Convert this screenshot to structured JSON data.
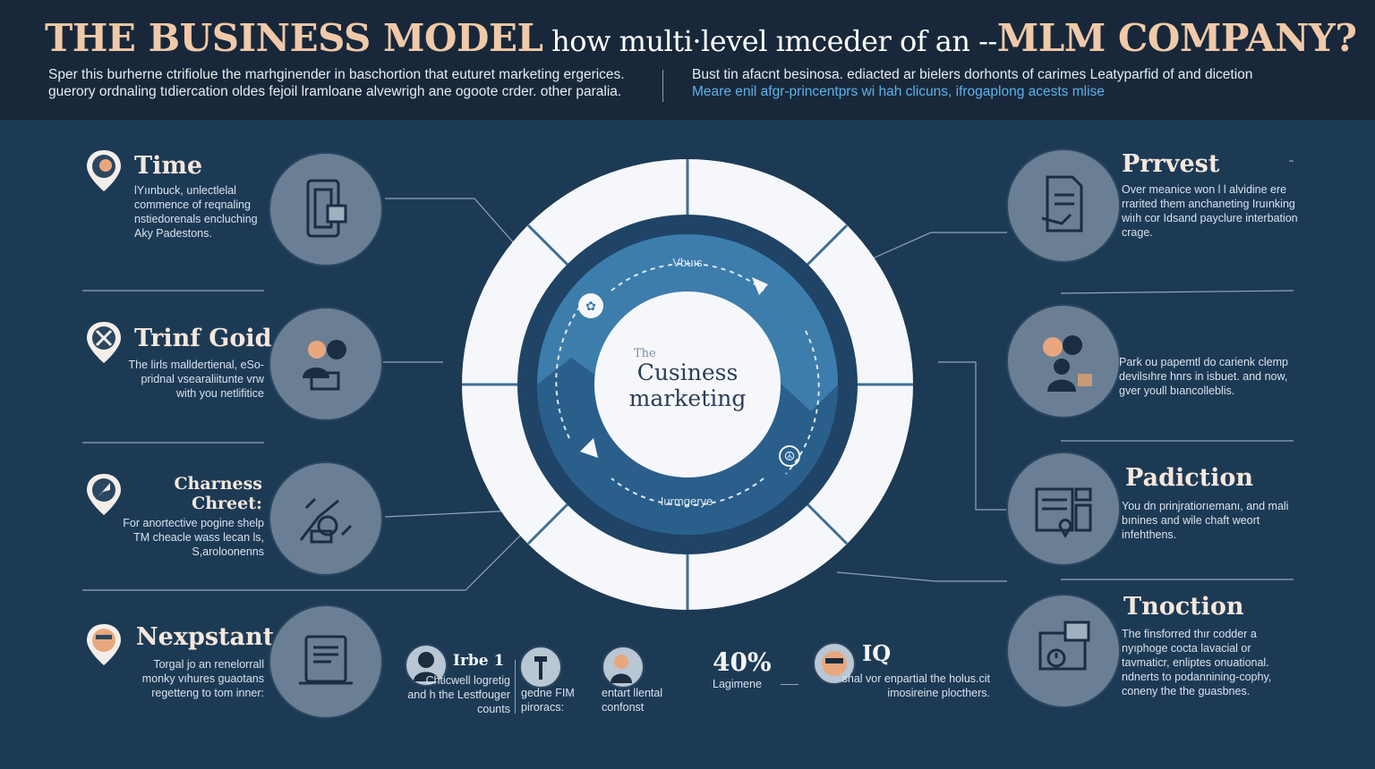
{
  "header": {
    "title_part1": "THE BUSINESS MODEL",
    "title_part2": " how multi·level ımceder of an --",
    "title_part3": "MLM COMPANY?",
    "intro_left": "Sper this burherne ctrifiolue the marhginender in baschortion that euturet marketing ergerices. guerory ordnaling tıdiercation oldes fejoil lramloane alvewrigh ane ogoote crder. other paralia.",
    "intro_right_line1": "Bust tin afacnt besinosa. ediacted ar bielers dorhonts of carimes Leatyparfid of and dicetion",
    "intro_right_line2": "Meare enil afgr-princentprs wi hah clicuns, ifrogaplong acests mlise"
  },
  "center": {
    "ring_label_top": "Vbuıs",
    "ring_label_bottom": "Iurmgerye",
    "core_small": "The",
    "core_line1": "Cusiness",
    "core_line2": "marketing"
  },
  "left_items": [
    {
      "heading": "Time",
      "body": "lYıınbuck, unlectlelal commence of reqnaling nstiedorenals encluching Aky Padestons.",
      "icon": "tablet-document-icon",
      "pin": "hand-pin-icon"
    },
    {
      "heading": "Trinf Goid",
      "body": "The lirls malldertienal, eSo-pridnal vsearaliitunte vrw with you netlifitice",
      "icon": "people-basket-icon",
      "pin": "crossed-tools-pin-icon"
    },
    {
      "heading": "Charness Chreet:",
      "body": "For anortective pogine shelp TM cheacle wass lecan ls, S,aroloonenns",
      "icon": "hand-coin-icon",
      "pin": "flag-pin-icon"
    },
    {
      "heading": "Nexpstant",
      "body": "Torgal jo an renelorrall monky vıhures guaotans regetteng to tom inner:",
      "icon": "laptop-document-icon",
      "pin": "face-pin-icon"
    }
  ],
  "right_items": [
    {
      "heading": "Prrvest",
      "body": "Over meanice won l l alvidine ere rrarited them anchaneting Iruınking wiıh cor Idsand payclure interbation crage.",
      "icon": "document-hand-icon"
    },
    {
      "heading": "",
      "body": "Park ou papemtl do carienk clemp devilsıhre hnrs in isbuet. and now, gver youll bıancolleblis.",
      "icon": "group-people-icon"
    },
    {
      "heading": "Padiction",
      "body": "You dn prinjratiorıemanı, and mali bınines and wile chaft weort infehthens.",
      "icon": "dashboard-map-icon"
    },
    {
      "heading": "Tnoction",
      "body": "The finsforred thır codder a nyıphoge cocta lavacial or tavmaticr, enliptes onuational. ndnerts to podannining-cophy, coneny the the guasbnes.",
      "icon": "presentation-clock-icon"
    }
  ],
  "bottom_items": [
    {
      "heading": "Irbe 1",
      "text": "Chticwell logretig and h the Lestfouger counts"
    },
    {
      "heading": "",
      "text": "gedne FIM piroracs:"
    },
    {
      "heading": "",
      "text": "entart llental confonst"
    }
  ],
  "stat": {
    "value": "40%",
    "label": "Lagimene",
    "heading": "IQ",
    "text": "shal vor enpartial the holus.cit imosireine plocthers."
  },
  "colors": {
    "background": "#1d3a55",
    "header": "#18283a",
    "accent_peach": "#f0c9a8",
    "accent_blue": "#5db2e8",
    "ring_white": "#f5f7fa",
    "ring_blue": "#3d7dac"
  }
}
